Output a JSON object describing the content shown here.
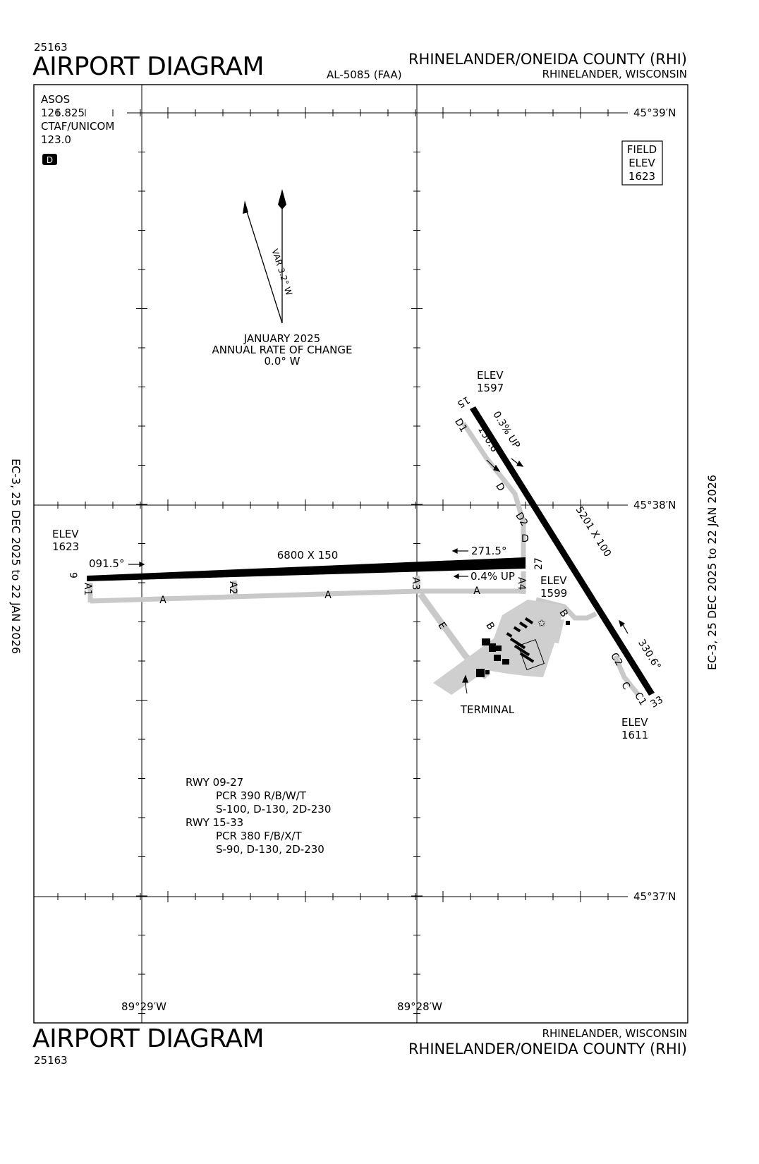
{
  "header": {
    "procedure_number_top": "25163",
    "title_top": "AIRPORT DIAGRAM",
    "chart_id": "AL-5085 (FAA)",
    "airport_name_top": "RHINELANDER/ONEIDA COUNTY (RHI)",
    "city_state_top": "RHINELANDER, WISCONSIN"
  },
  "footer": {
    "title_bottom": "AIRPORT DIAGRAM",
    "procedure_number_bottom": "25163",
    "city_state_bottom": "RHINELANDER, WISCONSIN",
    "airport_name_bottom": "RHINELANDER/ONEIDA COUNTY (RHI)"
  },
  "margins": {
    "left_vertical": "EC-3,  25 DEC 2025  to  22 JAN 2026",
    "right_vertical": "EC-3,  25 DEC 2025  to  22 JAN 2026"
  },
  "comms": {
    "line1": "ASOS",
    "line2": "126.825",
    "line3": "CTAF/UNICOM",
    "line4": "123.0",
    "badge": "D"
  },
  "field_elev": {
    "line1": "FIELD",
    "line2": "ELEV",
    "line3": "1623"
  },
  "magnetic": {
    "variation": "VAR 3.2° W",
    "line1": "JANUARY 2025",
    "line2": "ANNUAL RATE OF CHANGE",
    "line3": "0.0° W"
  },
  "grid": {
    "lat_top": "45°39′N",
    "lat_mid": "45°38′N",
    "lat_bottom": "45°37′N",
    "lon_left": "89°29′W",
    "lon_right": "89°28′W"
  },
  "runways": {
    "rwy09": {
      "end_label": "9",
      "elev_label": "ELEV",
      "elev_value": "1623",
      "heading": "091.5°",
      "dimensions": "6800 X 150"
    },
    "rwy27": {
      "end_label": "27",
      "heading": "271.5°",
      "gradient": "0.4% UP",
      "elev_label": "ELEV",
      "elev_value": "1599"
    },
    "rwy15": {
      "end_label": "15",
      "elev_label": "ELEV",
      "elev_value": "1597",
      "heading": "150.6°",
      "gradient": "0.3% UP",
      "dimensions": "5201 X 100"
    },
    "rwy33": {
      "end_label": "33",
      "heading": "330.6°",
      "elev_label": "ELEV",
      "elev_value": "1611"
    }
  },
  "taxiways": {
    "a": "A",
    "a1": "A1",
    "a2": "A2",
    "a3": "A3",
    "a4": "A4",
    "b": "B",
    "c": "C",
    "c1": "C1",
    "c2": "C2",
    "d": "D",
    "d1": "D1",
    "d2": "D2",
    "e": "E"
  },
  "terminal_label": "TERMINAL",
  "pcr": {
    "line1": "RWY 09-27",
    "line2": "PCR 390 R/B/W/T",
    "line3": "S-100, D-130, 2D-230",
    "line4": "RWY 15-33",
    "line5": "PCR 380 F/B/X/T",
    "line6": "S-90, D-130, 2D-230"
  }
}
